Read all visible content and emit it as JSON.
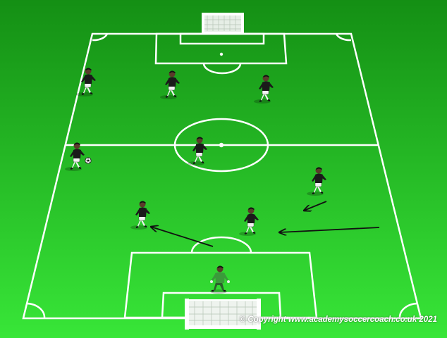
{
  "copyright": "© Copyright www.academysoccercoach.co.uk 2021",
  "colors": {
    "grass_top": "#148f14",
    "grass_bottom": "#38e638",
    "lines": "#ffffff",
    "team_shirt": "#1a1a1a",
    "team_shorts": "#f2f2f2",
    "goalkeeper_shirt": "#3b9a3b",
    "arrow": "#111111"
  },
  "players": [
    {
      "id": "player-attacker-left",
      "role": "outfield"
    },
    {
      "id": "player-attacker-center",
      "role": "outfield"
    },
    {
      "id": "player-attacker-right",
      "role": "outfield"
    },
    {
      "id": "player-midfielder-center",
      "role": "outfield"
    },
    {
      "id": "player-midfielder-left-with-ball",
      "role": "outfield"
    },
    {
      "id": "player-midfielder-right",
      "role": "outfield"
    },
    {
      "id": "player-defender-left",
      "role": "outfield"
    },
    {
      "id": "player-defender-right",
      "role": "outfield"
    },
    {
      "id": "goalkeeper",
      "role": "goalkeeper"
    }
  ],
  "arrows": [
    {
      "id": "arrow-defender-left-run"
    },
    {
      "id": "arrow-defender-right-run"
    },
    {
      "id": "arrow-midfielder-right-run"
    }
  ],
  "ball": {
    "icon": "soccer-ball-icon"
  }
}
